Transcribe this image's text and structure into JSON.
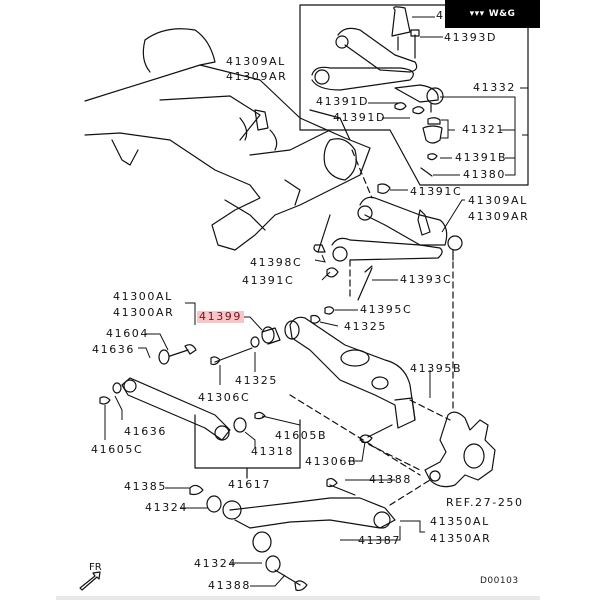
{
  "diagram": {
    "title_code": "D00103",
    "watermark": "W&G",
    "direction_label": "FR",
    "reference": "REF.27-250",
    "highlighted_part": "41399",
    "labels": {
      "l41309AL_top": "41309AL",
      "l41309AR_top": "41309AR",
      "l4_partial": "4",
      "l41393D": "41393D",
      "l41332": "41332",
      "l41391D_a": "41391D",
      "l41391D_b": "41391D",
      "l41321": "41321",
      "l41391B": "41391B",
      "l41380": "41380",
      "l41391C_a": "41391C",
      "l41309AL_mid": "41309AL",
      "l41309AR_mid": "41309AR",
      "l41398C": "41398C",
      "l41391C_b": "41391C",
      "l41393C": "41393C",
      "l41300AL": "41300AL",
      "l41300AR": "41300AR",
      "l41399": "41399",
      "l41395C": "41395C",
      "l41325_a": "41325",
      "l41604": "41604",
      "l41636_a": "41636",
      "l41325_b": "41325",
      "l41395B": "41395B",
      "l41306C": "41306C",
      "l41636_b": "41636",
      "l41605B": "41605B",
      "l41605C": "41605C",
      "l41318": "41318",
      "l41306B": "41306B",
      "l41388_a": "41388",
      "l41385": "41385",
      "l41617": "41617",
      "l41324_a": "41324",
      "l41350AL": "41350AL",
      "l41350AR": "41350AR",
      "l41387": "41387",
      "l41324_b": "41324",
      "l41388_b": "41388"
    }
  }
}
